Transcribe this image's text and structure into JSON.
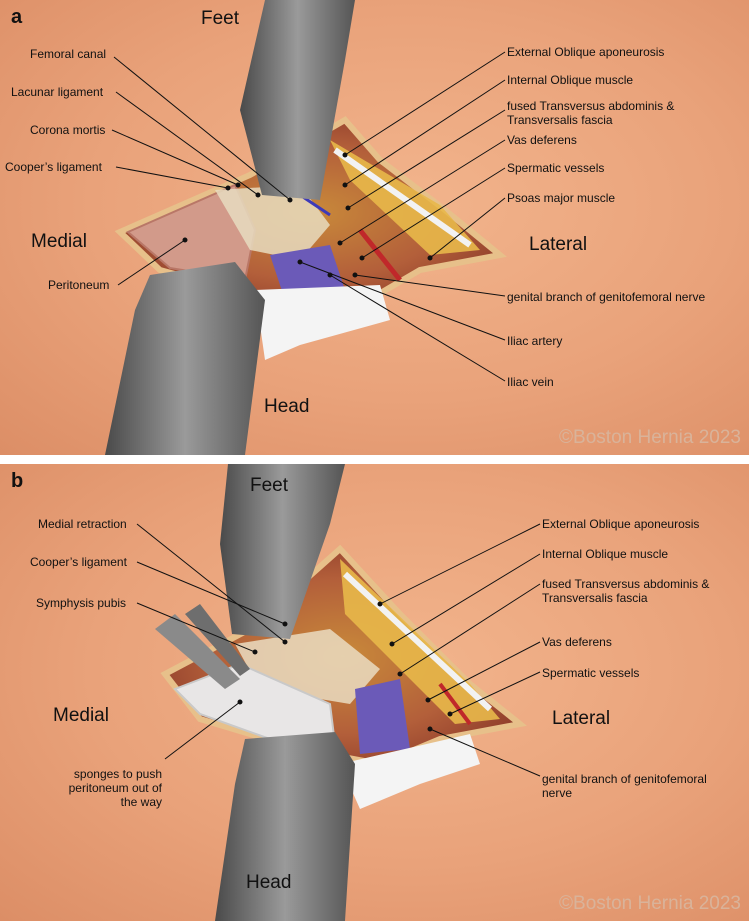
{
  "panel_a": {
    "letter": "a",
    "orientation": {
      "top": "Feet",
      "bottom": "Head",
      "left": "Medial",
      "right": "Lateral"
    },
    "labels_left": [
      "Femoral canal",
      "Lacunar ligament",
      "Corona mortis",
      "Cooper’s ligament",
      "Peritoneum"
    ],
    "labels_right": [
      "External Oblique aponeurosis",
      "Internal Oblique muscle",
      "fused Transversus abdominis &",
      "Transversalis fascia",
      "Vas deferens",
      "Spermatic vessels",
      "Psoas major muscle",
      "genital branch of genitofemoral nerve",
      "Iliac artery",
      "Iliac vein"
    ],
    "copyright": "©Boston Hernia 2023"
  },
  "panel_b": {
    "letter": "b",
    "orientation": {
      "top": "Feet",
      "bottom": "Head",
      "left": "Medial",
      "right": "Lateral"
    },
    "labels_left": [
      "Medial retraction",
      "Cooper’s ligament",
      "Symphysis pubis",
      "sponges to push",
      "peritoneum out of",
      "the way"
    ],
    "labels_right": [
      "External Oblique aponeurosis",
      "Internal Oblique muscle",
      "fused Transversus abdominis &",
      "Transversalis fascia",
      "Vas deferens",
      "Spermatic vessels",
      "genital branch of genitofemoral",
      "nerve"
    ],
    "copyright": "©Boston Hernia 2023"
  },
  "colors": {
    "skin": "#e9a27a",
    "retractor": "#7a7a7a",
    "vessel_blue": "#5a4fb8",
    "vessel_red": "#c0282a",
    "fat": "#e8b84a"
  }
}
